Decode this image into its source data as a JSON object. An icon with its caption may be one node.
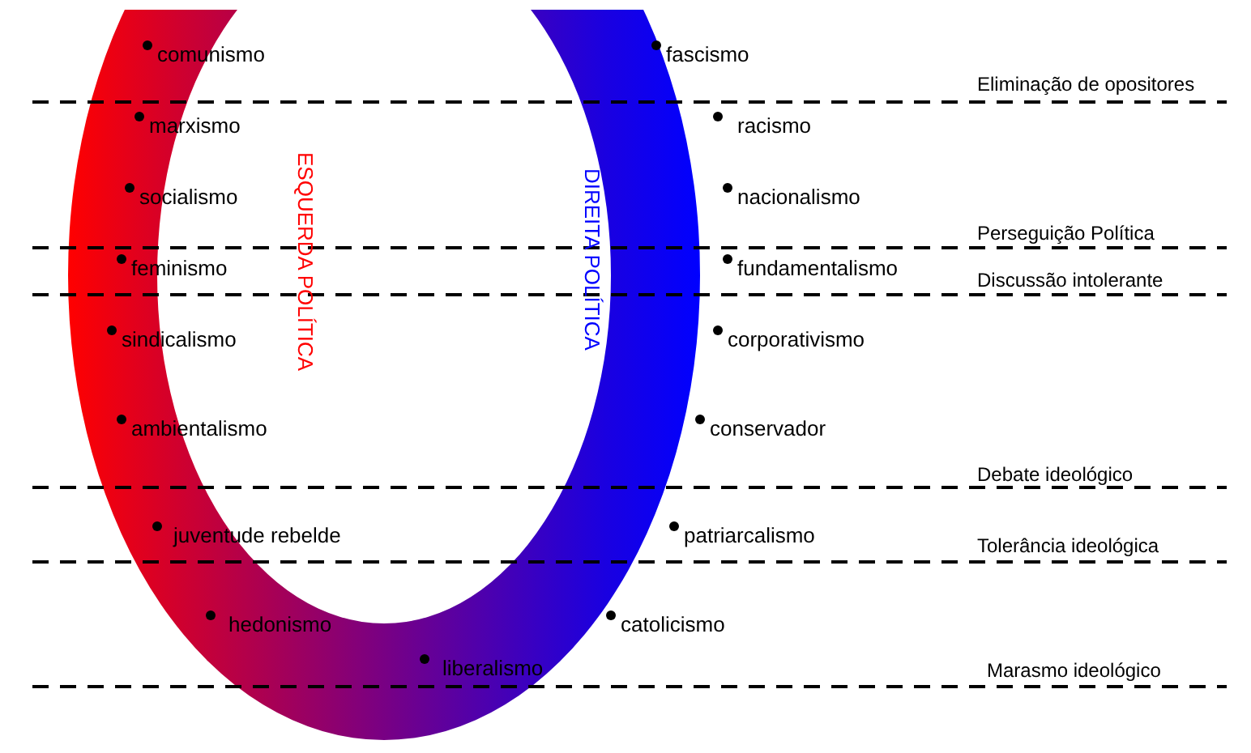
{
  "diagram": {
    "labels": [
      "comunismo",
      "fascismo",
      "Eliminação de opositores",
      "marxismo",
      "racismo",
      "socialismo",
      "nacionalismo",
      "ESQUERDA POLÍTICA",
      "DIREITA POLÍTICA",
      "Perseguição Política",
      "feminismo",
      "fundamentalismo",
      "Discussão intolerante",
      "sindicalismo",
      "corporativismo",
      "ambientalismo",
      "conservador",
      "Debate ideológico",
      "juventude rebelde",
      "patriarcalismo",
      "Tolerância ideológica",
      "hedonismo",
      "catolicismo",
      "liberalismo",
      "Marasmo ideológico"
    ]
  }
}
